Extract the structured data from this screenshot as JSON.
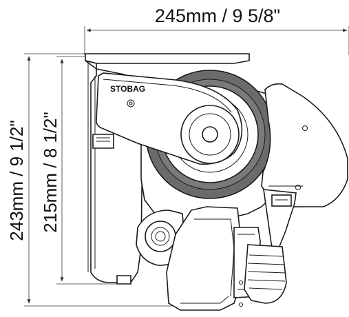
{
  "dimensions": {
    "width_label": "245mm / 9 5/8\"",
    "height_total_label": "243mm / 9 1/2\"",
    "height_inner_label": "215mm / 8 1/2\""
  },
  "brand": {
    "name": "STOBAG"
  },
  "colors": {
    "line": "#1a1a1a",
    "roller": "#6b6b6b",
    "background": "#ffffff"
  }
}
